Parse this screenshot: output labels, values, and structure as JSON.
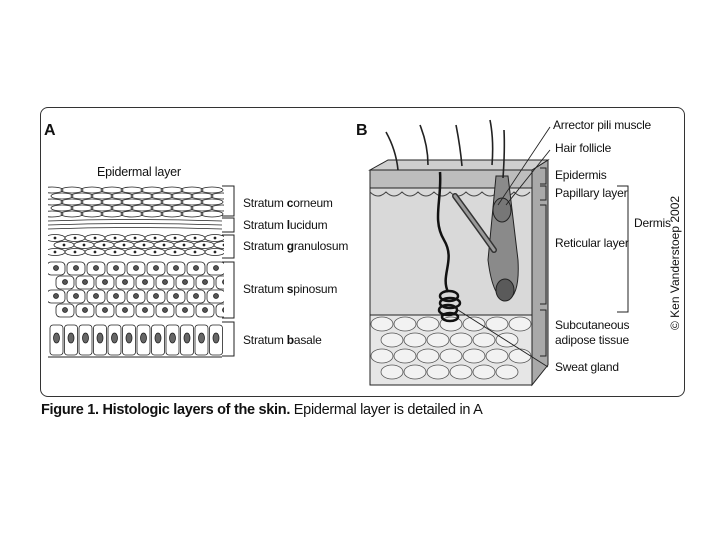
{
  "figure": {
    "panel_a_letter": "A",
    "panel_b_letter": "B",
    "epidermal_layer_title": "Epidermal layer",
    "panel_a_labels": [
      {
        "pre": "Stratum ",
        "bold": "c",
        "post": "orneum"
      },
      {
        "pre": "Stratum ",
        "bold": "l",
        "post": "ucidum"
      },
      {
        "pre": "Stratum ",
        "bold": "g",
        "post": "ranulosum"
      },
      {
        "pre": "Stratum ",
        "bold": "s",
        "post": "pinosum"
      },
      {
        "pre": "Stratum ",
        "bold": "b",
        "post": "asale"
      }
    ],
    "panel_b_labels": {
      "arrector": "Arrector pili muscle",
      "hair_follicle": "Hair follicle",
      "epidermis": "Epidermis",
      "papillary": "Papillary layer",
      "dermis": "Dermis",
      "reticular": "Reticular layer",
      "subcutaneous_1": "Subcutaneous",
      "subcutaneous_2": "adipose tissue",
      "sweat_gland": "Sweat gland"
    },
    "copyright": "© Ken Vanderstoep 2002"
  },
  "caption": {
    "bold_part": "Figure 1. Histologic layers of the skin.",
    "normal_part": " Epidermal layer is detailed in A"
  },
  "colors": {
    "frame": "#333333",
    "dermis_fill": "#d9d9d9",
    "epidermis_fill": "#bdbdbd",
    "fat_fill": "#e6e6e6",
    "follicle_fill": "#8a8a8a"
  }
}
